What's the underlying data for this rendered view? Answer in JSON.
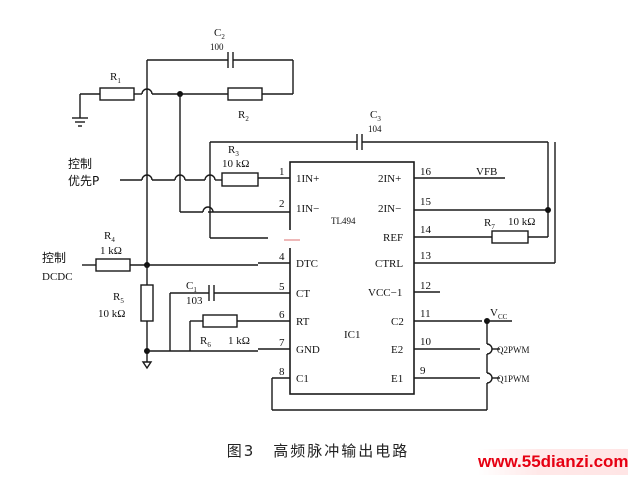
{
  "figure": {
    "number": "图3",
    "title": "高频脉冲输出电路"
  },
  "watermark": "www.55dianzi.com",
  "components": {
    "C2": {
      "name": "C",
      "sub": "2",
      "value": "100"
    },
    "C3": {
      "name": "C",
      "sub": "3",
      "value": "104"
    },
    "C1": {
      "name": "C",
      "sub": "1",
      "value": "103"
    },
    "R1": {
      "name": "R",
      "sub": "1"
    },
    "R2": {
      "name": "R",
      "sub": "2"
    },
    "R3": {
      "name": "R",
      "sub": "3",
      "value": "10 kΩ"
    },
    "R4": {
      "name": "R",
      "sub": "4",
      "value": "1 kΩ"
    },
    "R5": {
      "name": "R",
      "sub": "5",
      "value": "10 kΩ"
    },
    "R6": {
      "name": "R",
      "sub": "6",
      "value": "1 kΩ"
    },
    "R7": {
      "name": "R",
      "sub": "7",
      "value": "10 kΩ"
    }
  },
  "inputs": {
    "priority": [
      "控制",
      "优先P"
    ],
    "dcdc": [
      "控制",
      "DCDC"
    ]
  },
  "ic": {
    "part": "TL494",
    "ref": "IC1",
    "left_pins": [
      {
        "num": "1",
        "name": "1IN+"
      },
      {
        "num": "2",
        "name": "1IN−"
      },
      {
        "num": "4",
        "name": "DTC"
      },
      {
        "num": "5",
        "name": "CT"
      },
      {
        "num": "6",
        "name": "RT"
      },
      {
        "num": "7",
        "name": "GND"
      },
      {
        "num": "8",
        "name": "C1"
      }
    ],
    "right_pins": [
      {
        "num": "16",
        "name": "2IN+"
      },
      {
        "num": "15",
        "name": "2IN−"
      },
      {
        "num": "14",
        "name": "REF"
      },
      {
        "num": "13",
        "name": "CTRL"
      },
      {
        "num": "12",
        "name": "VCC−1"
      },
      {
        "num": "11",
        "name": "C2"
      },
      {
        "num": "10",
        "name": "E2"
      },
      {
        "num": "9",
        "name": "E1"
      }
    ]
  },
  "nets": {
    "vfb": "VFB",
    "vcc": "V",
    "vcc_sub": "CC",
    "q2": "Q2PWM",
    "q1": "Q1PWM"
  }
}
